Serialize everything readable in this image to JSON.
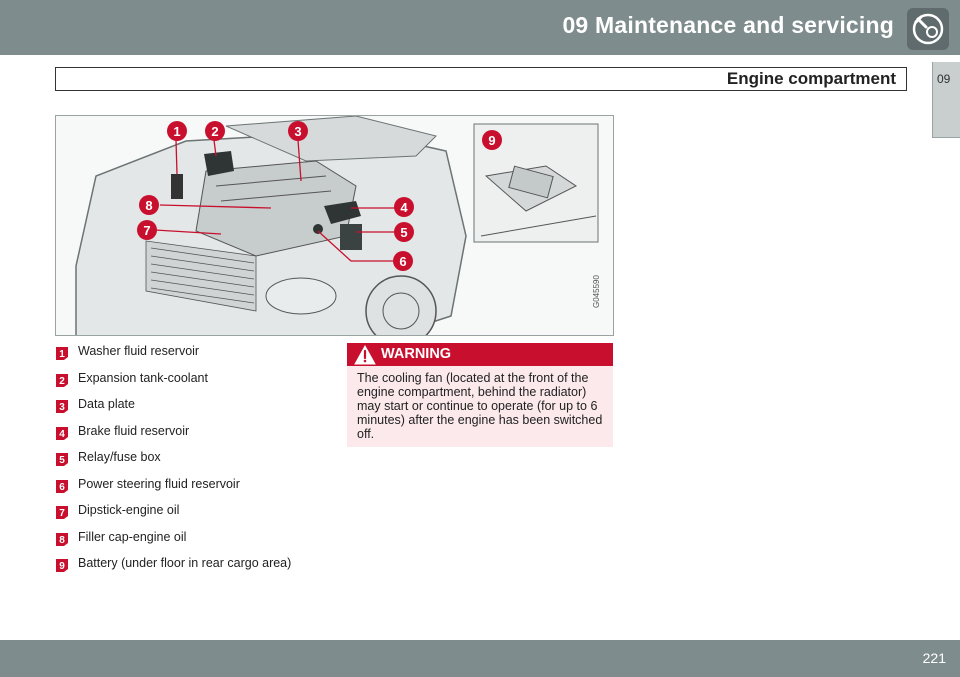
{
  "header": {
    "chapter_title": "09 Maintenance and servicing",
    "section_title": "Engine compartment",
    "side_tab": "09"
  },
  "figure": {
    "code": "G045590",
    "callouts": [
      "1",
      "2",
      "3",
      "4",
      "5",
      "6",
      "7",
      "8",
      "9"
    ]
  },
  "legend": {
    "items": [
      {
        "number": "1",
        "label": "Washer fluid reservoir"
      },
      {
        "number": "2",
        "label": "Expansion tank-coolant"
      },
      {
        "number": "3",
        "label": "Data plate"
      },
      {
        "number": "4",
        "label": "Brake fluid reservoir"
      },
      {
        "number": "5",
        "label": "Relay/fuse box"
      },
      {
        "number": "6",
        "label": "Power steering fluid reservoir"
      },
      {
        "number": "7",
        "label": "Dipstick-engine oil"
      },
      {
        "number": "8",
        "label": "Filler cap-engine oil"
      },
      {
        "number": "9",
        "label": "Battery (under floor in rear cargo area)"
      }
    ]
  },
  "warning": {
    "title": "WARNING",
    "text": "The cooling fan (located at the front of the engine compartment, behind the radiator) may start or continue to operate (for up to 6 minutes) after the engine has been switched off."
  },
  "footer": {
    "page_number": "221"
  },
  "colors": {
    "bar_gray": "#7e8c8d",
    "callout_red": "#c8102e",
    "warning_bg": "#fbe9ec"
  },
  "icons": {
    "chapter": "wrench-gear-icon",
    "warning": "warning-triangle-icon"
  }
}
